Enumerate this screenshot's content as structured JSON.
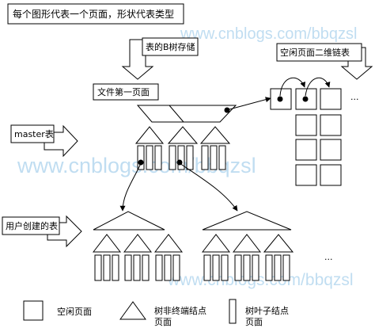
{
  "watermark": "www.cnblogs.com/bbqzsl",
  "labels": {
    "top_note": "每个图形代表一个页面，形状代表类型",
    "btree_storage": "表的B树存储",
    "free_list": "空闲页面二维链表",
    "first_page": "文件第一页面",
    "master_table": "master表",
    "user_table": "用户创建的表"
  },
  "ellipsis": {
    "free_list": "...",
    "leaf_tail": "..."
  },
  "legend": {
    "free_page": "空闲页面",
    "interior_line1": "树非终端结点",
    "interior_line2": "页面",
    "leaf_line1": "树叶子结点",
    "leaf_line2": "页面"
  },
  "colors": {
    "ink": "#000000",
    "background": "#ffffff",
    "watermark": "#8ec3e6"
  }
}
